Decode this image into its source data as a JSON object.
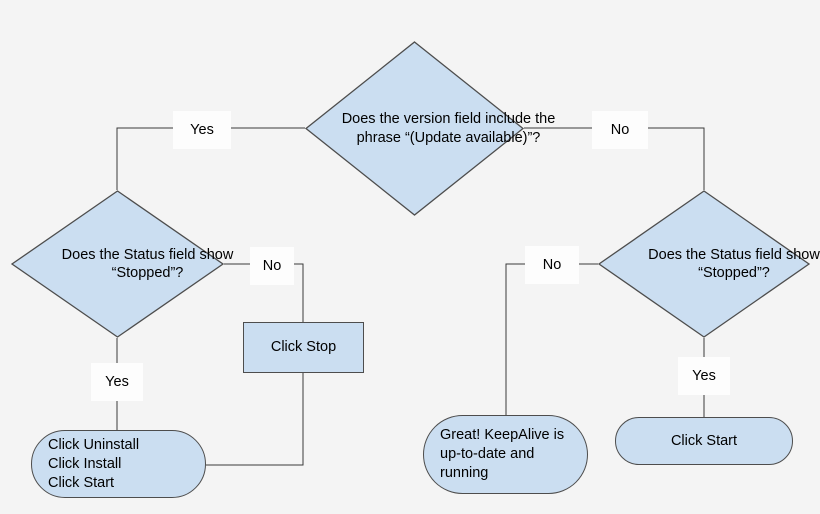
{
  "diagram": {
    "title": "KeepAlive update decision flowchart",
    "background_color": "#f4f4f4",
    "node_fill_color": "#cbdef1",
    "node_stroke_color": "#4d4d4d",
    "edge_color": "#3a3a3a",
    "label_chip_color": "#fdfdfd"
  },
  "nodes": {
    "version_check": {
      "type": "decision",
      "text": "Does the version field include the phrase “(Update available)”?"
    },
    "status_check_left": {
      "type": "decision",
      "text": "Does the Status field show “Stopped”?"
    },
    "status_check_right": {
      "type": "decision",
      "text": "Does the Status field show “Stopped”?"
    },
    "click_stop": {
      "type": "process",
      "text": "Click Stop"
    },
    "reinstall": {
      "type": "terminator",
      "text": "Click Uninstall\nClick Install\nClick Start"
    },
    "up_to_date": {
      "type": "terminator",
      "text": "Great! KeepAlive is up-to-date and running"
    },
    "click_start": {
      "type": "terminator",
      "text": "Click Start"
    }
  },
  "edge_labels": {
    "version_yes": "Yes",
    "version_no": "No",
    "left_status_yes": "Yes",
    "left_status_no": "No",
    "right_status_yes": "Yes",
    "right_status_no": "No"
  }
}
